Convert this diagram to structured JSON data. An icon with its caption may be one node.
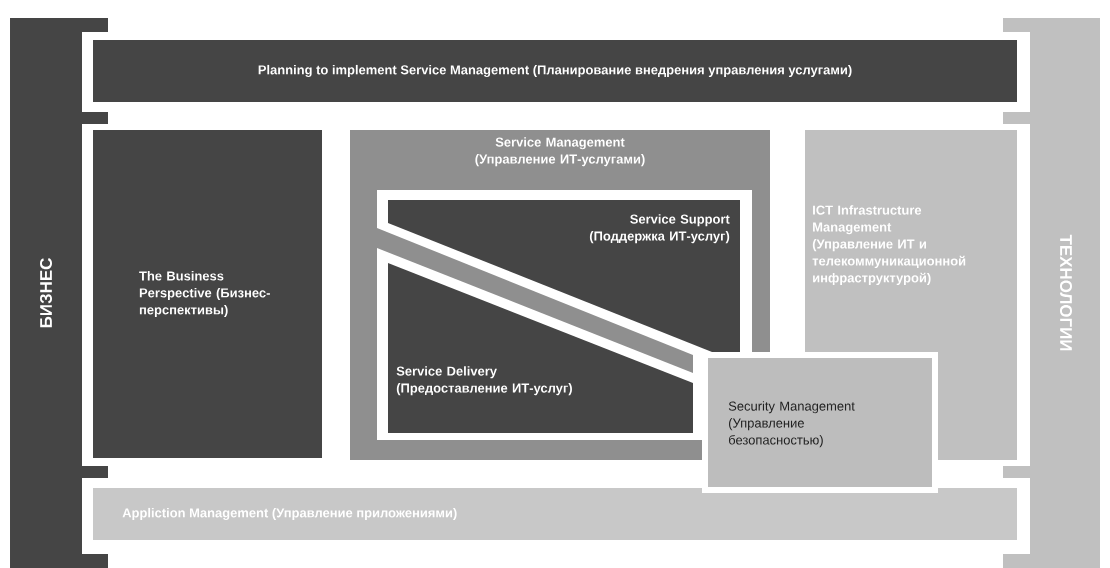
{
  "diagram": {
    "nodes": [
      {
        "text": [
          "БИЗНЕС"
        ]
      },
      {
        "text": [
          "ТЕХНОЛОГИИ"
        ]
      },
      {
        "text": [
          "Planning to implement Service Management (Планирование внедрения управления услугами)"
        ]
      },
      {
        "text": [
          "The Business Perspective (Бизнес-перспективы)"
        ]
      },
      {
        "text": [
          "Service Management (Управление ИТ-услугами)"
        ]
      },
      {
        "text": [
          "Service Support (Поддержка ИТ-услуг)"
        ],
        "in": 4
      },
      {
        "text": [
          "Service Delivery (Предоставление ИТ-услуг)"
        ],
        "in": 4
      },
      {
        "text": [
          "ICT Infrastructure Management (Управление ИТ и телекоммуникационной инфраструктурой)"
        ]
      },
      {
        "text": [
          "Security Management (Управление безопасностью)"
        ]
      },
      {
        "text": [
          "Appliction Management (Управление приложениями)"
        ]
      }
    ]
  }
}
